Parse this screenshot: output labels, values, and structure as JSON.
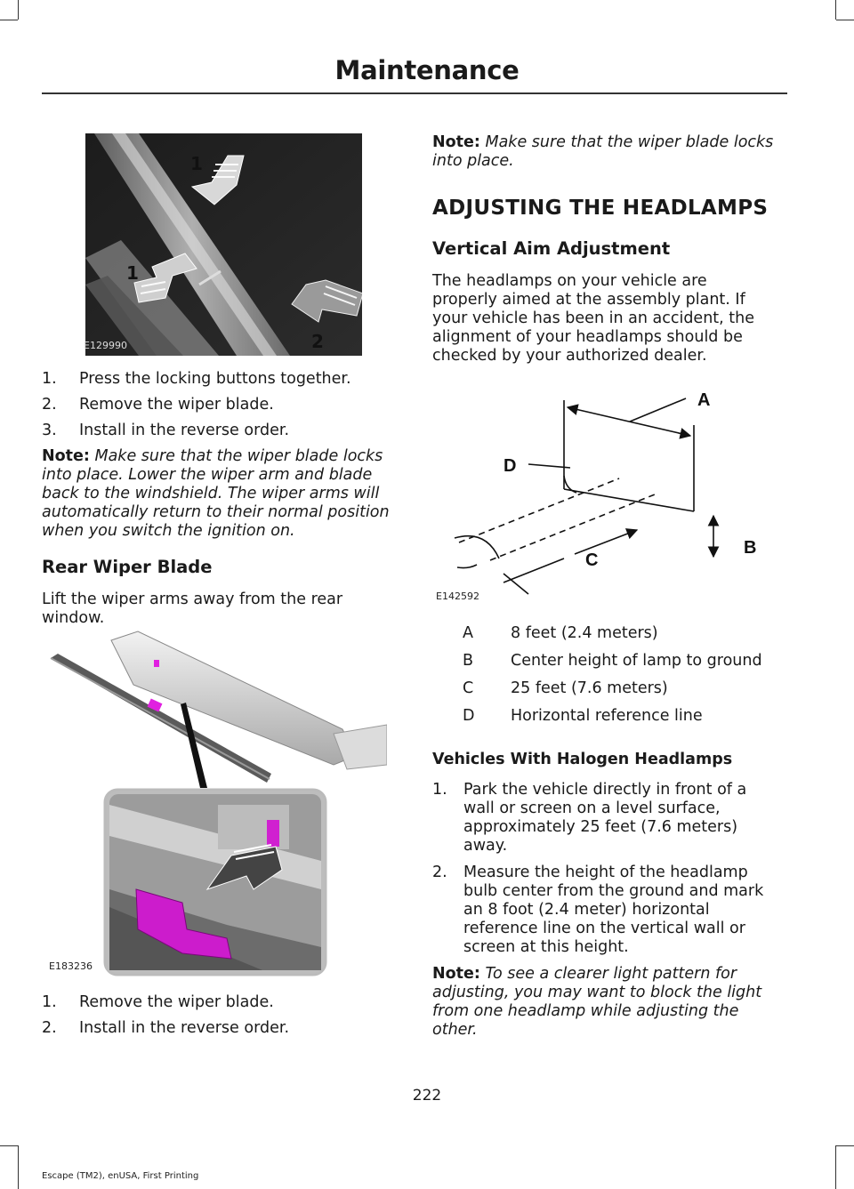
{
  "header": {
    "title": "Maintenance"
  },
  "figures": {
    "fig1": {
      "code": "E129990",
      "labels": [
        "1",
        "1",
        "2"
      ]
    },
    "fig2": {
      "code": "E183236"
    },
    "fig3": {
      "code": "E142592",
      "labels": [
        "A",
        "D",
        "B",
        "C"
      ]
    }
  },
  "left": {
    "steps1": [
      {
        "num": "1.",
        "text": "Press the locking buttons together."
      },
      {
        "num": "2.",
        "text": "Remove the wiper blade."
      },
      {
        "num": "3.",
        "text": "Install in the reverse order."
      }
    ],
    "note1": {
      "label": "Note:",
      "lines": [
        "Make sure that the wiper blade locks",
        "into place. Lower the wiper arm and blade",
        "back to the windshield. The wiper arms will",
        "automatically return to their normal position",
        "when you switch the ignition on."
      ]
    },
    "rear_heading": "Rear Wiper Blade",
    "rear_text": [
      "Lift the wiper arms away from the rear",
      "window."
    ],
    "steps2": [
      {
        "num": "1.",
        "text": "Remove the wiper blade."
      },
      {
        "num": "2.",
        "text": "Install in the reverse order."
      }
    ]
  },
  "right": {
    "note0": {
      "label": "Note:",
      "lines": [
        "Make sure that the wiper blade locks",
        "into place."
      ]
    },
    "main_heading": "ADJUSTING THE HEADLAMPS",
    "sub_heading": "Vertical Aim Adjustment",
    "intro": [
      "The headlamps on your vehicle are",
      "properly aimed at the assembly plant. If",
      "your vehicle has been in an accident, the",
      "alignment of your headlamps should be",
      "checked by your authorized dealer."
    ],
    "key": [
      {
        "letter": "A",
        "text": "8 feet (2.4 meters)"
      },
      {
        "letter": "B",
        "text": "Center height of lamp to ground"
      },
      {
        "letter": "C",
        "text": "25 feet (7.6 meters)"
      },
      {
        "letter": "D",
        "text": "Horizontal reference line"
      }
    ],
    "halogen_heading": "Vehicles With Halogen Headlamps",
    "steps": [
      {
        "num": "1.",
        "lines": [
          "Park the vehicle directly in front of a",
          "wall or screen on a level surface,",
          "approximately 25 feet (7.6 meters)",
          "away."
        ]
      },
      {
        "num": "2.",
        "lines": [
          "Measure the height of the headlamp",
          "bulb center from the ground and mark",
          "an 8 foot (2.4 meter) horizontal",
          "reference line on the vertical wall or",
          "screen at this height."
        ]
      }
    ],
    "note2": {
      "label": "Note:",
      "lines": [
        "To see a clearer light pattern for",
        "adjusting, you may want to block the light",
        "from one headlamp while adjusting the",
        "other."
      ]
    }
  },
  "page_number": "222",
  "footer": "Escape (TM2), enUSA, First Printing"
}
